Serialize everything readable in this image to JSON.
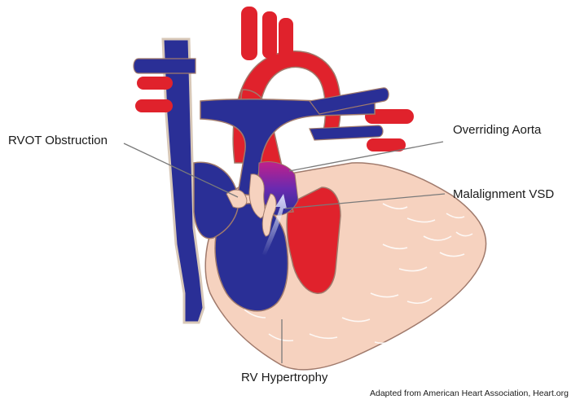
{
  "labels": {
    "rvot": "RVOT Obstruction",
    "aorta": "Overriding Aorta",
    "vsd": "Malalignment VSD",
    "hypertrophy": "RV Hypertrophy"
  },
  "credit": "Adapted from American Heart Association, Heart.org",
  "colors": {
    "oxygenated": "#e0222c",
    "deoxygenated": "#2a2f96",
    "muscle": "#f6d2bf",
    "outline": "#a07a6c",
    "mixed": "#7a2aa0"
  }
}
